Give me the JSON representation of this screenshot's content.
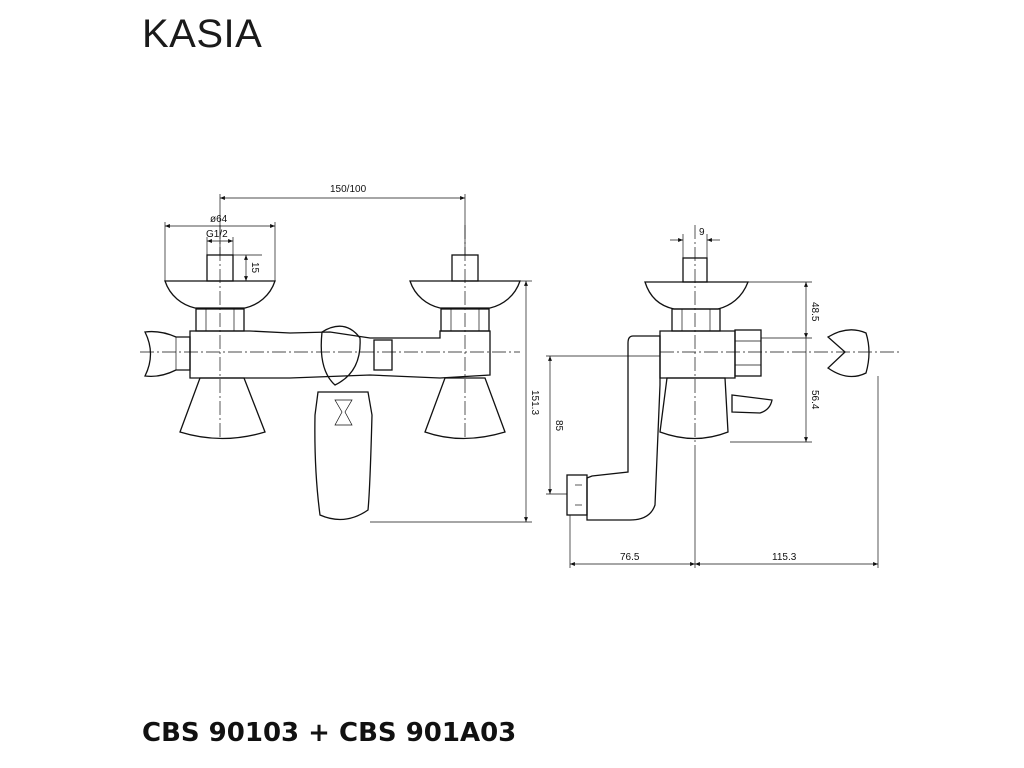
{
  "header": {
    "title": "KASIA"
  },
  "footer": {
    "product_codes": "CBS 90103 + CBS 901A03"
  },
  "dimensions": {
    "centers": "150/100",
    "diameter": "ø64",
    "thread": "G1/2",
    "thread_len": "15",
    "height_total": "151.3",
    "spout_drop": "85",
    "side_top": "48.5",
    "side_mid": "56.4",
    "nipple": "9",
    "depth_left": "76.5",
    "depth_right": "115.3"
  }
}
